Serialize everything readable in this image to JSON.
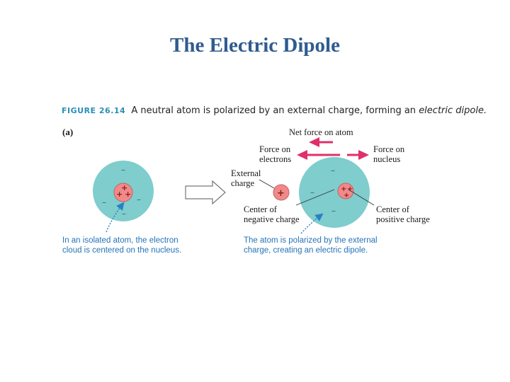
{
  "slide": {
    "title": "The Electric Dipole"
  },
  "figure": {
    "label": "FIGURE 26.14",
    "caption_main": "A neutral atom is polarized by an external charge, forming an",
    "caption_emphasis": "electric dipole.",
    "part": "(a)"
  },
  "labels": {
    "net_force": "Net force on atom",
    "force_electrons_1": "Force on",
    "force_electrons_2": "electrons",
    "force_nucleus_1": "Force on",
    "force_nucleus_2": "nucleus",
    "external_charge_1": "External",
    "external_charge_2": "charge",
    "center_negative_1": "Center of",
    "center_negative_2": "negative charge",
    "center_positive_1": "Center of",
    "center_positive_2": "positive charge"
  },
  "notes": {
    "isolated_1": "In an isolated atom, the electron",
    "isolated_2": "cloud is centered on the nucleus.",
    "polarized_1": "The atom is polarized by the external",
    "polarized_2": "charge, creating an electric dipole."
  },
  "symbols": {
    "plus": "+",
    "minus": "–"
  },
  "colors": {
    "title": "#2f5b8f",
    "figure_label": "#2a8fb6",
    "electron_cloud": "#7fcdcd",
    "nucleus": "#f08a8a",
    "force_arrow": "#e0306a",
    "note_text": "#2573b8"
  }
}
